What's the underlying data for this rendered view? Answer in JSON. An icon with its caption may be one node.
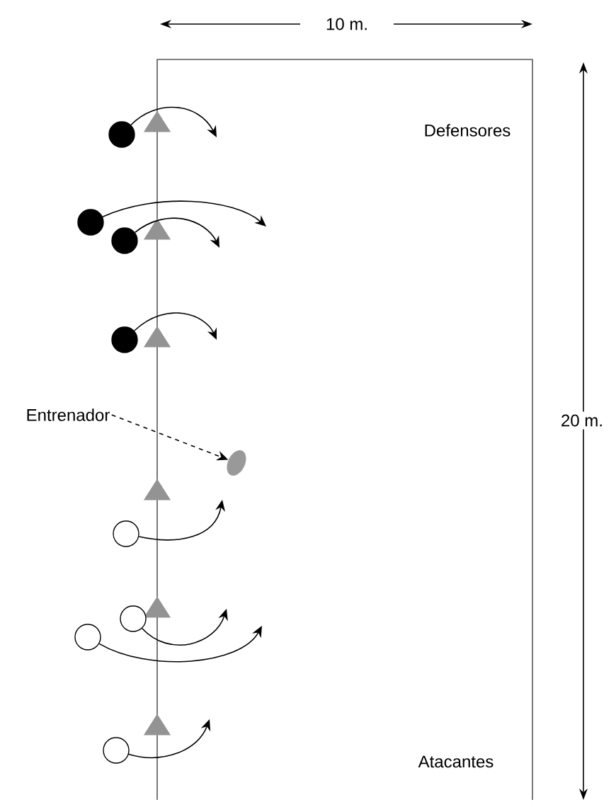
{
  "diagram": {
    "nodes": [
      {
        "text": [
          "Defensores",
          "Atacantes"
        ]
      },
      {
        "text": [],
        "shape": "circle"
      },
      {
        "text": [],
        "shape": "triangle"
      },
      {
        "text": [],
        "shape": "circle"
      },
      {
        "text": [],
        "shape": "triangle"
      },
      {
        "text": [],
        "shape": "circle"
      },
      {
        "text": [],
        "shape": "circle"
      },
      {
        "text": [],
        "shape": "triangle"
      },
      {
        "text": [
          "Entrenador"
        ]
      },
      {
        "text": [],
        "shape": "ellipse",
        "in": 0
      },
      {
        "text": [],
        "shape": "triangle"
      },
      {
        "text": [],
        "shape": "circle"
      },
      {
        "text": [],
        "shape": "triangle"
      },
      {
        "text": [],
        "shape": "circle"
      },
      {
        "text": [],
        "shape": "circle"
      },
      {
        "text": [],
        "shape": "triangle"
      },
      {
        "text": [],
        "shape": "circle"
      }
    ],
    "edges": [
      {
        "from": 1,
        "to": null,
        "arrow": "to"
      },
      {
        "from": 3,
        "to": null,
        "arrow": "to"
      },
      {
        "from": 5,
        "to": null,
        "arrow": "to"
      },
      {
        "from": 6,
        "to": null,
        "arrow": "to"
      },
      {
        "from": 11,
        "to": null,
        "arrow": "to"
      },
      {
        "from": 13,
        "to": null,
        "arrow": "to"
      },
      {
        "from": 14,
        "to": null,
        "arrow": "to"
      },
      {
        "from": 16,
        "to": null,
        "arrow": "to"
      },
      {
        "from": 8,
        "to": 9,
        "arrow": "to",
        "style": "dashed"
      }
    ],
    "labels": [
      "10 m.",
      "20 m."
    ]
  }
}
